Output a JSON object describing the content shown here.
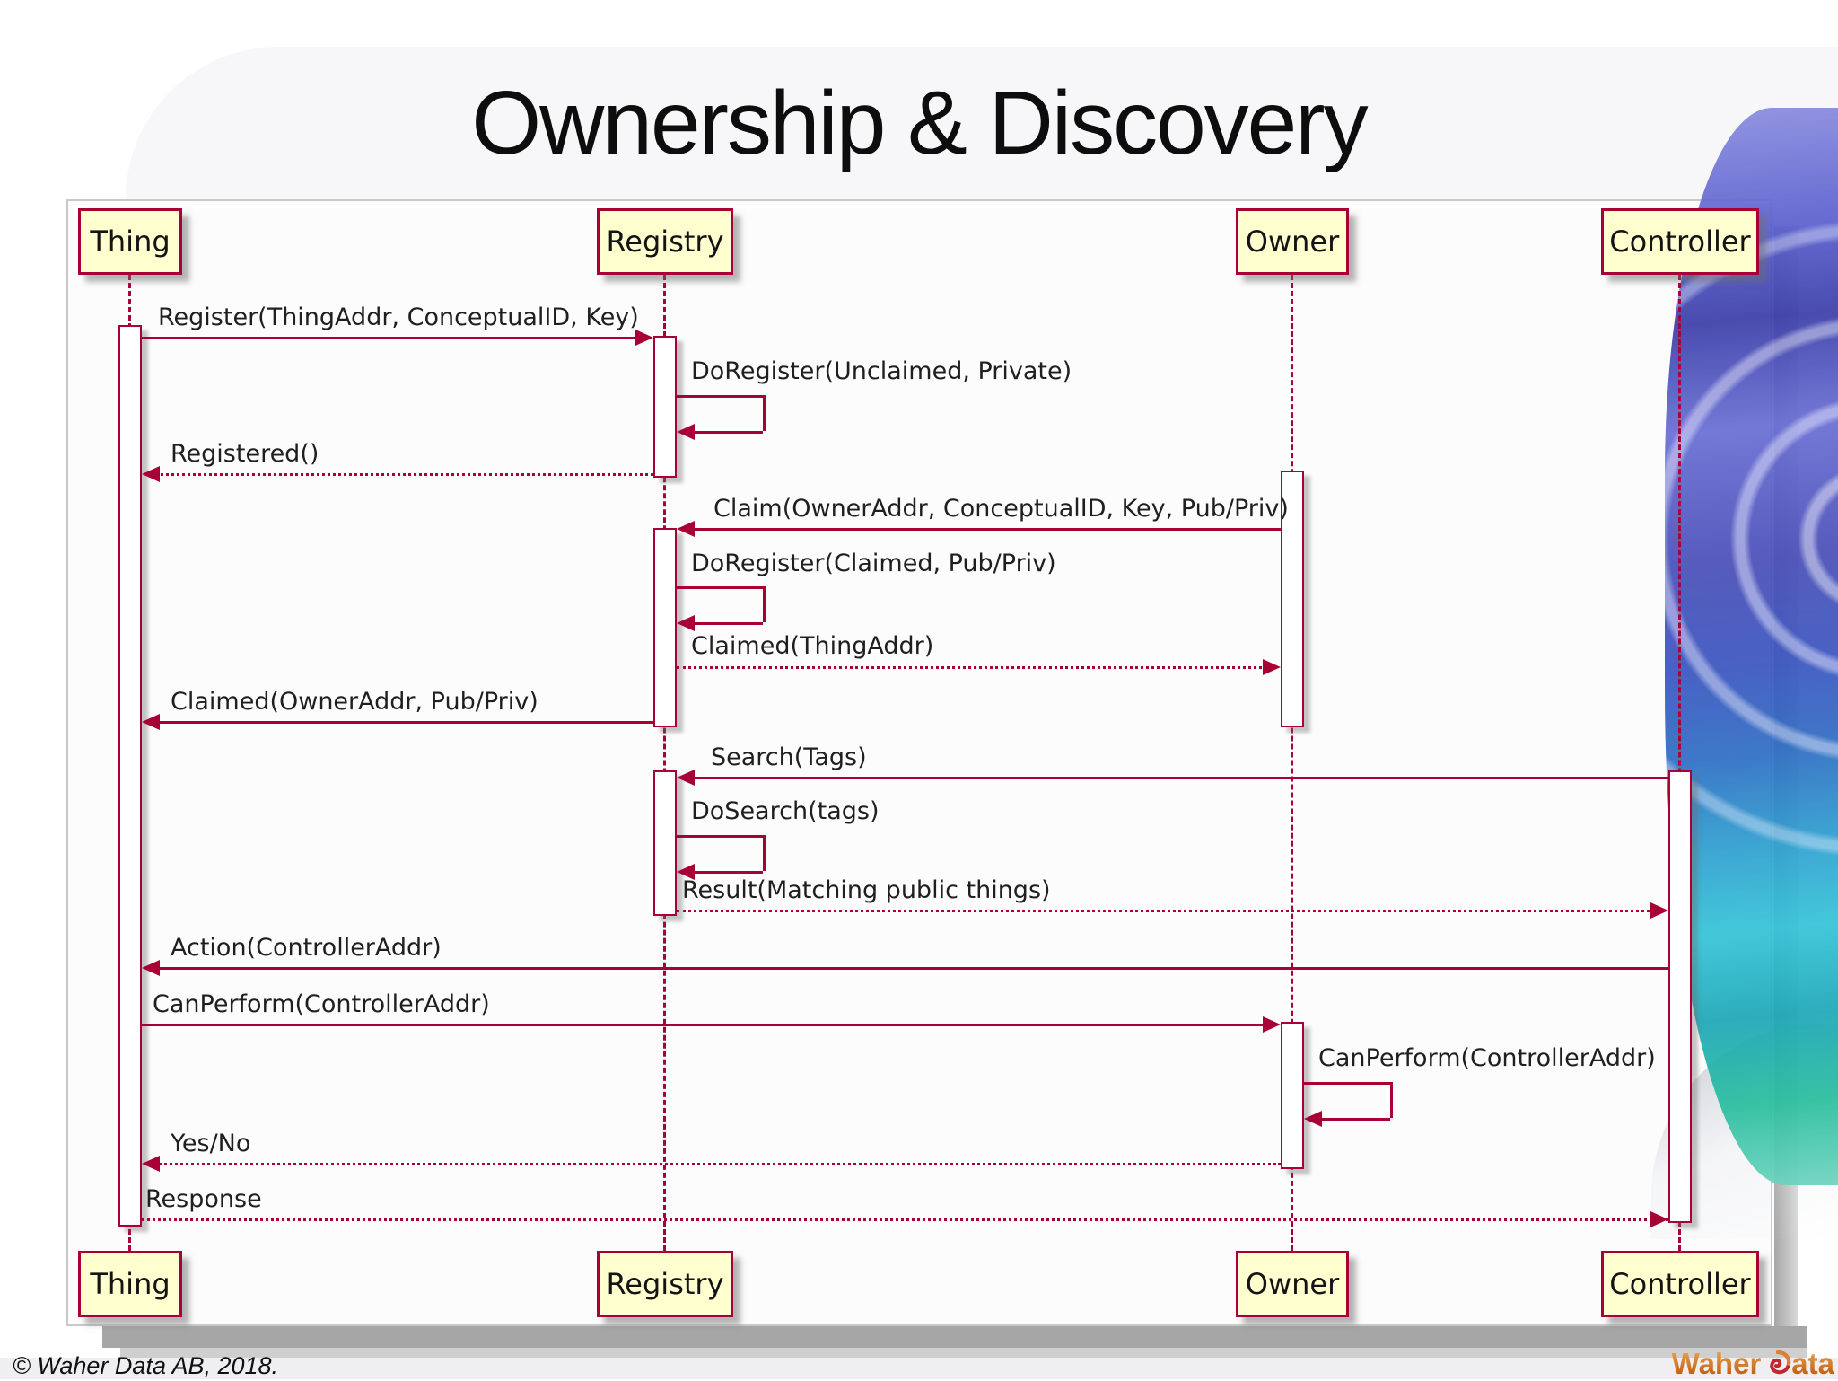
{
  "title": "Ownership & Discovery",
  "footer": {
    "copyright": "© Waher Data AB, 2018."
  },
  "logo": {
    "part1": "Waher",
    "part2": "ata",
    "icon": "spiral-icon"
  },
  "colors": {
    "accent": "#A80036",
    "actor_fill": "#FEFECE",
    "swirl_blue": "#5a5fce",
    "swirl_cyan": "#35c4d8",
    "logo_orange": "#c05c10"
  },
  "diagram": {
    "type": "uml-sequence",
    "actors": [
      {
        "name": "Thing"
      },
      {
        "name": "Registry"
      },
      {
        "name": "Owner"
      },
      {
        "name": "Controller"
      }
    ],
    "messages": [
      {
        "from": "Thing",
        "to": "Registry",
        "label": "Register(ThingAddr, ConceptualID, Key)",
        "style": "solid"
      },
      {
        "from": "Registry",
        "to": "Registry",
        "label": "DoRegister(Unclaimed, Private)",
        "style": "self"
      },
      {
        "from": "Registry",
        "to": "Thing",
        "label": "Registered()",
        "style": "return"
      },
      {
        "from": "Owner",
        "to": "Registry",
        "label": "Claim(OwnerAddr, ConceptualID, Key, Pub/Priv)",
        "style": "solid"
      },
      {
        "from": "Registry",
        "to": "Registry",
        "label": "DoRegister(Claimed, Pub/Priv)",
        "style": "self"
      },
      {
        "from": "Registry",
        "to": "Owner",
        "label": "Claimed(ThingAddr)",
        "style": "return"
      },
      {
        "from": "Registry",
        "to": "Thing",
        "label": "Claimed(OwnerAddr, Pub/Priv)",
        "style": "solid"
      },
      {
        "from": "Controller",
        "to": "Registry",
        "label": "Search(Tags)",
        "style": "solid"
      },
      {
        "from": "Registry",
        "to": "Registry",
        "label": "DoSearch(tags)",
        "style": "self"
      },
      {
        "from": "Registry",
        "to": "Controller",
        "label": "Result(Matching public things)",
        "style": "return"
      },
      {
        "from": "Controller",
        "to": "Thing",
        "label": "Action(ControllerAddr)",
        "style": "solid"
      },
      {
        "from": "Thing",
        "to": "Owner",
        "label": "CanPerform(ControllerAddr)",
        "style": "solid"
      },
      {
        "from": "Owner",
        "to": "Owner",
        "label": "CanPerform(ControllerAddr)",
        "style": "self"
      },
      {
        "from": "Owner",
        "to": "Thing",
        "label": "Yes/No",
        "style": "return"
      },
      {
        "from": "Thing",
        "to": "Controller",
        "label": "Response",
        "style": "return"
      }
    ]
  }
}
